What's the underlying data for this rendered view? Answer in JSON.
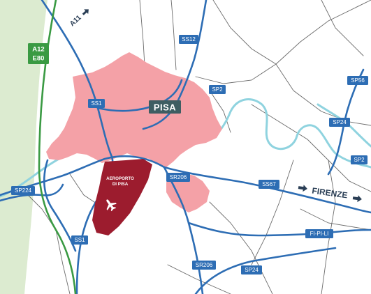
{
  "colors": {
    "background": "#ffffff",
    "sea_strip": "#dcebd0",
    "urban_area": "#f4a1a7",
    "airport": "#9c1c2e",
    "river": "#8fd3df",
    "main_road": "#2d6db4",
    "motorway": "#3a9a43",
    "minor_road": "#6b6b6b",
    "road_shield": "#2d6db4",
    "motorway_shield": "#3a9a43",
    "city_label_bg": "#3e5d62",
    "direction_label": "#2a3e55"
  },
  "city": {
    "label": "PISA"
  },
  "airport": {
    "line1": "AEROPORTO",
    "line2": "DI PISA",
    "icon": "airplane-icon"
  },
  "directions": {
    "firenze": "FIRENZE",
    "a11": "A11"
  },
  "motorway_shield": {
    "line1": "A12",
    "line2": "E80"
  },
  "road_shields": {
    "ss12": "SS12",
    "sp2_top": "SP2",
    "sp56": "SP56",
    "ss1_top": "SS1",
    "sp24_right": "SP24",
    "sp2_right": "SP2",
    "sr206_top": "SR206",
    "ss67": "SS67",
    "sp224": "SP224",
    "fipili": "FI-PI-LI",
    "ss1_bottom": "SS1",
    "sr206_bottom": "SR206",
    "sp24_bottom": "SP24"
  }
}
